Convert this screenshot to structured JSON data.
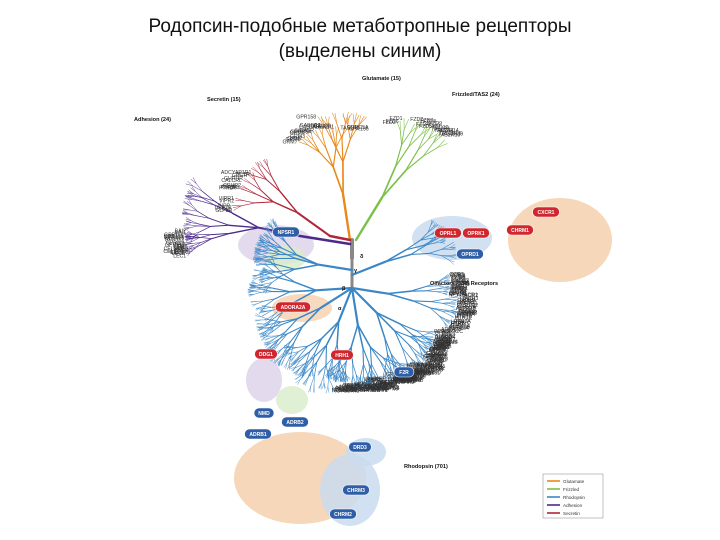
{
  "title": {
    "line1": "Родопсин-подобные метаботропные рецепторы",
    "line2": "(выделены синим)"
  },
  "colors": {
    "glutamate": "#e8891c",
    "frizzled": "#7cc04a",
    "rhodopsin": "#3b87c6",
    "adhesion": "#4b2a8a",
    "secretin": "#b0263a",
    "trunk": "#888888",
    "highlight_red": "#d0262e",
    "highlight_blue": "#2f5ea8",
    "blob_orange": "#f3c9a2",
    "blob_blue": "#c9dcef",
    "blob_purple": "#d9cbe6",
    "blob_green": "#d8ecc9"
  },
  "families": [
    {
      "id": "glutamate",
      "label": "Glutamate (15)"
    },
    {
      "id": "frizzled",
      "label": "Frizzled/TAS2 (24)"
    },
    {
      "id": "secretin",
      "label": "Secretin (15)"
    },
    {
      "id": "adhesion",
      "label": "Adhesion (24)"
    },
    {
      "id": "olfactory",
      "label": "Olfactory (388) Receptors"
    },
    {
      "id": "rhodopsin",
      "label": "Rhodopsin (701)"
    }
  ],
  "clusters": [
    "α",
    "β",
    "γ",
    "δ"
  ],
  "highlights": [
    {
      "label": "NPSR1",
      "color": "blue"
    },
    {
      "label": "CHRM1",
      "color": "red"
    },
    {
      "label": "OPRL1",
      "color": "red"
    },
    {
      "label": "OPRK1",
      "color": "red"
    },
    {
      "label": "CXCR1",
      "color": "red"
    },
    {
      "label": "OPRD1",
      "color": "blue"
    },
    {
      "label": "ADORA2A",
      "color": "red"
    },
    {
      "label": "DDG1",
      "color": "red"
    },
    {
      "label": "HRH1",
      "color": "red"
    },
    {
      "label": "F2R",
      "color": "blue"
    },
    {
      "label": "NMD",
      "color": "blue"
    },
    {
      "label": "ADRB2",
      "color": "blue"
    },
    {
      "label": "ADRB1",
      "color": "blue"
    },
    {
      "label": "DRD3",
      "color": "blue"
    },
    {
      "label": "CHRM3",
      "color": "blue"
    },
    {
      "label": "CHRM2",
      "color": "blue"
    }
  ],
  "legend": [
    "Glutamate",
    "Frizzled",
    "Rhodopsin",
    "Adhesion",
    "Secretin"
  ],
  "labels": {
    "glutamate": [
      "GRM7",
      "GRM8",
      "GRM2",
      "GRM3",
      "GRM4",
      "GRM6",
      "GPRC6A",
      "CASR",
      "CALCR",
      "GABBR2",
      "GABBR1",
      "CALCB",
      "TAS1R1",
      "TAS1R3",
      "GPRC5A",
      "GPR156",
      "GPR158"
    ],
    "frizzled": [
      "FZD3",
      "FZD6",
      "FZD1",
      "FZD2",
      "FZD4",
      "FZD5",
      "FZD7",
      "FZD8",
      "FZD9",
      "FZD10",
      "SMO",
      "TAS2R1",
      "TAS2R4",
      "TAS2R14",
      "TAS2R10",
      "TAS2R16",
      "TAS2R39"
    ],
    "secretin": [
      "GLP2R",
      "GLP1R",
      "GIPR",
      "VIPR2",
      "VIPR1",
      "PTH1R",
      "PTH2R",
      "CRHR1",
      "CRHR2",
      "CALCRL",
      "GHRHR",
      "GCGR",
      "SCTR",
      "ADCYAP1R1"
    ],
    "adhesion": [
      "LEC1",
      "LEC2",
      "LEC3",
      "CELSR1",
      "CELSR2",
      "CELSR3",
      "EMR1",
      "EMR2",
      "EMR3",
      "CD97",
      "GPR110",
      "GPR111",
      "GPR112",
      "GPR113",
      "GPR114",
      "GPR115",
      "GPR116",
      "BAI1",
      "BAI2",
      "BAI3"
    ],
    "rhodopsin": [
      "CCR1",
      "CCR2",
      "CCR3",
      "CCR4",
      "CCR5",
      "CCR8",
      "CXCR2",
      "CXCR3",
      "CXCR4",
      "CXCR5",
      "CXCR6",
      "FPR1",
      "FPR2",
      "C5AR1",
      "C3AR1",
      "SSTR1",
      "SSTR2",
      "SSTR3",
      "SSTR4",
      "SSTR5",
      "OPRM1",
      "NPY1R",
      "NPY2R",
      "TACR1",
      "TACR2",
      "TACR3",
      "NPFF1",
      "NPFF2",
      "GALR1",
      "GALR2",
      "HCRTR1",
      "HCRTR2",
      "AVPR1A",
      "AVPR1B",
      "AVPR2",
      "OXTR",
      "GNRHR",
      "EDNRA",
      "EDNRB",
      "LTB4R",
      "LTB4R2",
      "HTR1A",
      "HTR1B",
      "HTR1E",
      "HTR2A",
      "HTR2C",
      "HTR4",
      "HTR6",
      "HTR7",
      "ADRA1A",
      "ADRA1B",
      "ADRA2A",
      "ADRA2B",
      "ADRA2C",
      "DRD1",
      "DRD2",
      "DRD4",
      "DRD5",
      "CHRM4",
      "CHRM5",
      "HRH2",
      "HRH4",
      "TAAR1",
      "TAAR2",
      "TAAR5",
      "TAAR6",
      "TAAR8",
      "TAAR9",
      "GPR3",
      "GPR6",
      "GPR12",
      "GPR17",
      "GPR18",
      "GPR19",
      "GPR20",
      "GPR21",
      "GPR22",
      "GPR25",
      "GPR26",
      "GPR27",
      "GPR31",
      "GPR32",
      "GPR33",
      "GPR35",
      "GPR37",
      "GPR39",
      "GPR45",
      "GPR50",
      "GPR52",
      "GPR55",
      "GPR61",
      "GPR62",
      "GPR63",
      "GPR65",
      "GPR68",
      "GPR75",
      "GPR78",
      "GPR82",
      "GPR83",
      "GPR84",
      "GPR85",
      "GPR87",
      "GPR88",
      "GPR101",
      "GPR132",
      "GPR135",
      "GPR139",
      "GPR141",
      "GPR142",
      "GPR146",
      "GPR148",
      "GPR149",
      "GPR150",
      "GPR151",
      "GPR152",
      "GPR153",
      "GPR160",
      "GPR161",
      "GPR162",
      "GPR171",
      "GPR173",
      "GPR174",
      "P2RY1",
      "P2RY2",
      "P2RY4",
      "P2RY6",
      "P2RY8",
      "P2RY10",
      "P2RY11",
      "P2RY12",
      "P2RY13",
      "P2RY14",
      "MRGPRD",
      "MRGPRE",
      "MRGPRF",
      "MRGX1",
      "MRGX2",
      "MRGX3",
      "MRGX4",
      "MAS1",
      "MC1R",
      "MC2R",
      "MC3R",
      "MC4R",
      "MC5R",
      "S1PR1",
      "S1PR2",
      "S1PR3",
      "S1PR4",
      "S1PR5",
      "LPAR1",
      "LPAR2",
      "LPAR3",
      "CNR1",
      "CNR2",
      "PTGER1",
      "PTGER2",
      "PTGER3",
      "PTGER4",
      "PTGFR",
      "PTGIR",
      "TBXA2R",
      "PTGDR",
      "BDKRB1",
      "BDKRB2",
      "AGTR1",
      "AGTR2",
      "APLNR",
      "MCHR1",
      "MCHR2",
      "OR1D2",
      "OR1E1",
      "OR2A4",
      "OR2C1",
      "OR2J2",
      "OR2S2",
      "OR3A1",
      "OR4D1",
      "OR51E1",
      "RHO",
      "OPN3",
      "OPN4",
      "OPN5",
      "RRH",
      "RGR",
      "NTSR1",
      "NTSR2",
      "GHSR",
      "MTLR",
      "NMUR1",
      "NMUR2",
      "PRLHR",
      "QRFPR",
      "HCRTR",
      "FFAR1",
      "FFAR2",
      "FFAR3",
      "HCAR1",
      "HCAR2",
      "HCAR3",
      "SUCNR1",
      "OXGR1",
      "LGR4",
      "LGR5",
      "LGR6",
      "TSHR",
      "LHCGR",
      "FSHR",
      "RXFP1",
      "RXFP2",
      "GPR45",
      "MTNR1A",
      "MTNR1B",
      "ADORA1",
      "ADORA2B",
      "ADORA3",
      "PTAFR",
      "CYSLTR1",
      "CYSLTR2",
      "KISS1R",
      "XCR1",
      "CX3CR1",
      "ACKR1",
      "ACKR2",
      "ACKR3",
      "CCRL2",
      "CMKLR1",
      "GPR1",
      "GPR15",
      "GPR32",
      "GPR44",
      "NPBWR1",
      "NPBWR2"
    ]
  }
}
